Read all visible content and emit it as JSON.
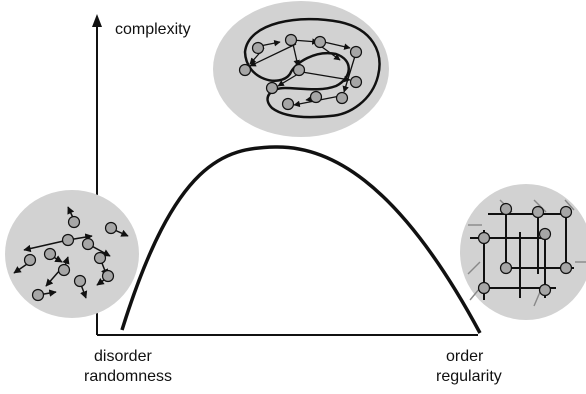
{
  "axes": {
    "y_label": "complexity",
    "x_left_label_line1": "disorder",
    "x_left_label_line2": "randomness",
    "x_right_label_line1": "order",
    "x_right_label_line2": "regularity"
  },
  "colors": {
    "blob_fill": "#d2d2d2",
    "node_fill": "#a6a6a6",
    "ink": "#111111"
  },
  "icons": {
    "left_blob": "random-gas-particles",
    "top_blob": "complex-network",
    "right_blob": "crystal-lattice"
  }
}
